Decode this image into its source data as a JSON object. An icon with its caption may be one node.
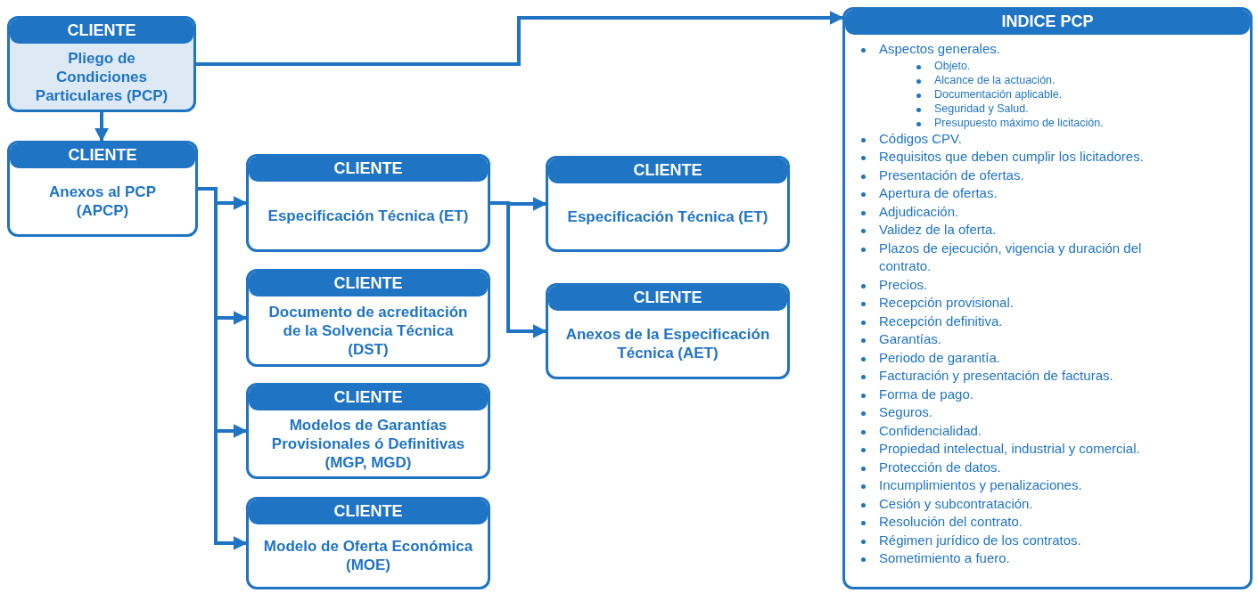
{
  "diagram": {
    "nodes": [
      {
        "text": [
          "CLIENTE",
          "Pliego de Condiciones Particulares (PCP)"
        ]
      },
      {
        "text": [
          "CLIENTE",
          "Anexos al PCP (APCP)"
        ]
      },
      {
        "text": [
          "CLIENTE",
          "Especificación Técnica (ET)"
        ]
      },
      {
        "text": [
          "CLIENTE",
          "Documento de acreditación de la Solvencia Técnica (DST)"
        ]
      },
      {
        "text": [
          "CLIENTE",
          "Modelos de Garantías Provisionales ó Definitivas (MGP, MGD)"
        ]
      },
      {
        "text": [
          "CLIENTE",
          "Modelo de Oferta Económica (MOE)"
        ]
      },
      {
        "text": [
          "CLIENTE",
          "Especificación Técnica (ET)"
        ]
      },
      {
        "text": [
          "CLIENTE",
          "Anexos de la Especificación Técnica (AET)"
        ]
      },
      {
        "text": [
          "INDICE PCP",
          "Aspectos generales.",
          "Objeto.",
          "Alcance de la actuación.",
          "Documentación aplicable.",
          "Seguridad y Salud.",
          "Presupuesto máximo de licitación.",
          "Códigos CPV.",
          "Requisitos que deben cumplir los licitadores.",
          "Presentación de ofertas.",
          "Apertura de ofertas.",
          "Adjudicación.",
          "Validez de la oferta.",
          "Plazos de ejecución, vigencia y duración del contrato.",
          "Precios.",
          "Recepción provisional.",
          "Recepción definitiva.",
          "Garantías.",
          "Periodo de garantía.",
          "Facturación y presentación de facturas.",
          "Forma de pago.",
          "Seguros.",
          "Confidencialidad.",
          "Propiedad intelectual, industrial y comercial.",
          "Protección de datos.",
          "Incumplimientos y penalizaciones.",
          "Cesión y subcontratación.",
          "Resolución del contrato.",
          "Régimen jurídico de los contratos.",
          "Sometimiento a fuero."
        ]
      }
    ],
    "edges": [
      {
        "from": 0,
        "to": 1,
        "arrow": "to"
      },
      {
        "from": 0,
        "to": 8,
        "arrow": "to"
      },
      {
        "from": 1,
        "to": 2,
        "arrow": "to"
      },
      {
        "from": 1,
        "to": 3,
        "arrow": "to"
      },
      {
        "from": 1,
        "to": 4,
        "arrow": "to"
      },
      {
        "from": 1,
        "to": 5,
        "arrow": "to"
      },
      {
        "from": 2,
        "to": 6,
        "arrow": "to"
      },
      {
        "from": 2,
        "to": 7,
        "arrow": "to"
      }
    ]
  }
}
